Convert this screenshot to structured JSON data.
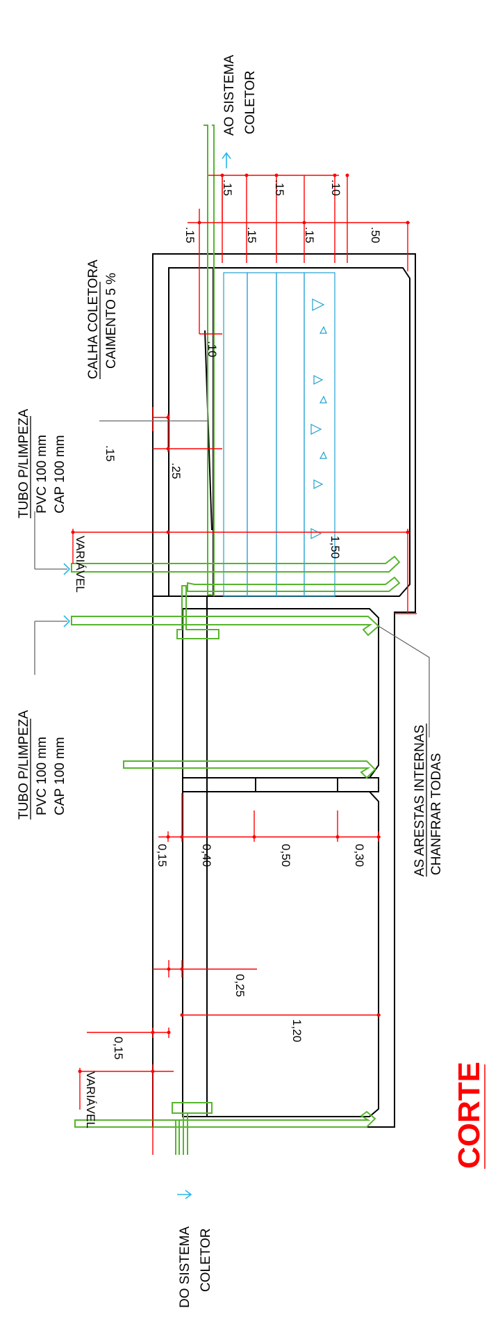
{
  "title": "CORTE",
  "colors": {
    "walls": "#000000",
    "dimensions": "#ff0000",
    "pipes": "#55b52c",
    "filter_media": "#1ea0d0",
    "arrows": "#29b6e8",
    "title": "#ff0000"
  },
  "labels": {
    "ao_sistema": "AO SISTEMA",
    "coletor_top": "COLETOR",
    "do_sistema": "DO SISTEMA",
    "coletor_bottom": "COLETOR",
    "calha_1": "CALHA COLETORA",
    "calha_2": "CAIMENTO 5 %",
    "tubo1_title": "TUBO P/LIMPEZA",
    "tubo1_pvc": "PVC 100 mm",
    "tubo1_cap": "CAP 100 mm",
    "tubo2_title": "TUBO P/LIMPEZA",
    "tubo2_pvc": "PVC 100 mm",
    "tubo2_cap": "CAP 100 mm",
    "arestas_1": "AS ARESTAS INTERNAS",
    "arestas_2": "CHANFRAR TODAS"
  },
  "dimensions": {
    "d15_a": ".15",
    "d15_b": ".15",
    "d10_top": ".10",
    "d15_c": ".15",
    "d15_d": ".15",
    "d15_e": ".15",
    "d50": ".50",
    "d10_mid": ".10",
    "d15_f": ".15",
    "d25": ".25",
    "variavel_1": "VARIÁVEL",
    "d150": "1,50",
    "d015": "0,15",
    "d040": "0,40",
    "d050": "0,50",
    "d030": "0,30",
    "d025": "0,25",
    "d015_low": "0,15",
    "variavel_2": "VARIÁVEL",
    "d120": "1,20"
  },
  "icons": [
    "flow-arrow-icon"
  ]
}
